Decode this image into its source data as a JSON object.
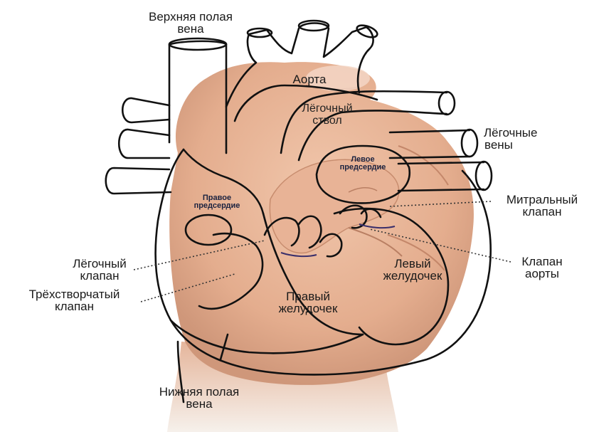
{
  "diagram": {
    "labels": {
      "svc": [
        "Верхняя полая",
        "вена"
      ],
      "ivc": [
        "Нижняя полая",
        "вена"
      ],
      "aorta": [
        "Аорта"
      ],
      "pulm_trunk": [
        "Лёгочный",
        "ствол"
      ],
      "pulm_veins": [
        "Лёгочные",
        "вены"
      ],
      "left_atrium": [
        "Левое",
        "предсердие"
      ],
      "right_atrium": [
        "Правое",
        "предсердие"
      ],
      "mitral": [
        "Митральный",
        "клапан"
      ],
      "aortic_valve": [
        "Клапан",
        "аорты"
      ],
      "pulm_valve": [
        "Лёгочный",
        "клапан"
      ],
      "tricuspid": [
        "Трёхстворчатый",
        "клапан"
      ],
      "right_ventricle": [
        "Правый",
        "желудочек"
      ],
      "left_ventricle": [
        "Левый",
        "желудочек"
      ]
    },
    "colors": {
      "skin": "#e9b89a",
      "skin_shadow": "#c98f72",
      "outline": "#111111",
      "label_text": "#1a1a1a",
      "chamber_text": "#1c2340",
      "valve_accent": "#3a2f6b"
    },
    "icons": [
      "hand-illustration",
      "heart-outline"
    ]
  }
}
